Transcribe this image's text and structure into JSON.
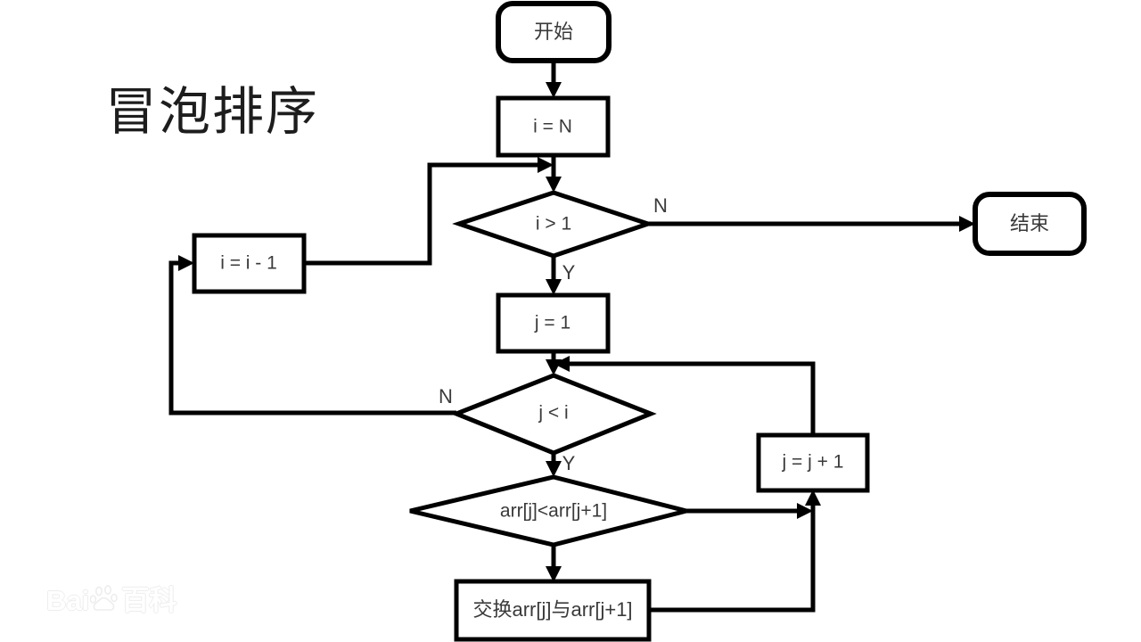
{
  "diagram": {
    "title": "冒泡排序",
    "watermark": "Bai 百科",
    "watermark_prefix": "Bai",
    "watermark_suffix": "百科",
    "stroke_color": "#000000",
    "fill_color": "#ffffff",
    "text_color": "#3a3a3a",
    "nodes": [
      {
        "id": "start",
        "type": "terminator",
        "label": "开始"
      },
      {
        "id": "init_i",
        "type": "process",
        "label": "i = N"
      },
      {
        "id": "cond_i",
        "type": "decision",
        "label": "i > 1"
      },
      {
        "id": "end",
        "type": "terminator",
        "label": "结束"
      },
      {
        "id": "dec_i",
        "type": "process",
        "label": "i = i - 1"
      },
      {
        "id": "init_j",
        "type": "process",
        "label": "j = 1"
      },
      {
        "id": "cond_j",
        "type": "decision",
        "label": "j < i"
      },
      {
        "id": "cond_arr",
        "type": "decision",
        "label": "arr[j]<arr[j+1]"
      },
      {
        "id": "inc_j",
        "type": "process",
        "label": "j = j + 1"
      },
      {
        "id": "swap",
        "type": "process",
        "label": "交换arr[j]与arr[j+1]"
      }
    ],
    "branch_labels": {
      "cond_i_no": "N",
      "cond_i_yes": "Y",
      "cond_j_no": "N",
      "cond_j_yes": "Y"
    },
    "edges": [
      {
        "from": "start",
        "to": "init_i",
        "label": ""
      },
      {
        "from": "init_i",
        "to": "cond_i",
        "label": ""
      },
      {
        "from": "cond_i",
        "to": "end",
        "label": "N"
      },
      {
        "from": "cond_i",
        "to": "init_j",
        "label": "Y"
      },
      {
        "from": "init_j",
        "to": "cond_j",
        "label": ""
      },
      {
        "from": "cond_j",
        "to": "dec_i",
        "label": "N"
      },
      {
        "from": "cond_j",
        "to": "cond_arr",
        "label": "Y"
      },
      {
        "from": "dec_i",
        "to": "cond_i",
        "label": ""
      },
      {
        "from": "cond_arr",
        "to": "swap",
        "label": ""
      },
      {
        "from": "cond_arr",
        "to": "inc_j",
        "label": ""
      },
      {
        "from": "swap",
        "to": "inc_j",
        "label": ""
      },
      {
        "from": "inc_j",
        "to": "cond_j",
        "label": ""
      }
    ]
  }
}
